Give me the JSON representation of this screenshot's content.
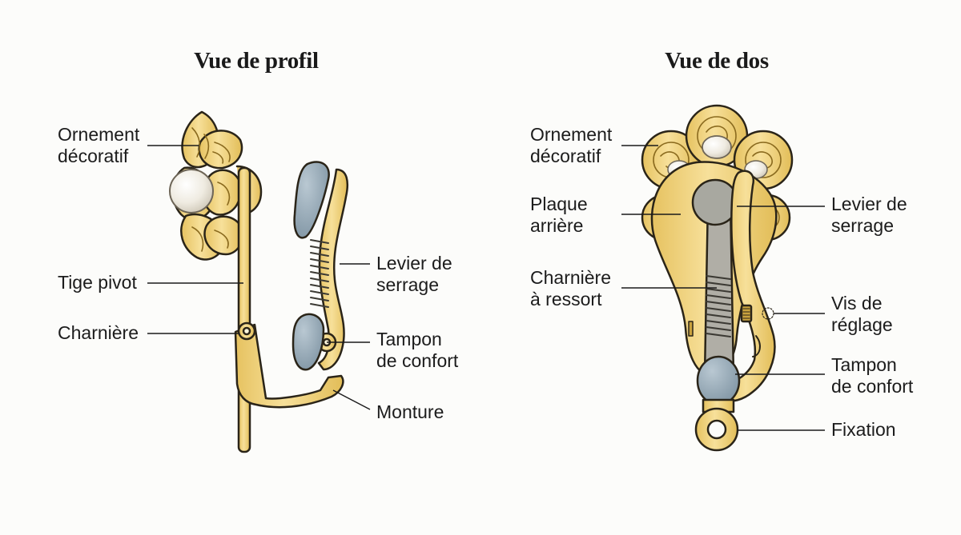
{
  "views": {
    "profile": {
      "title": "Vue de profil",
      "labels": {
        "ornament": [
          "Ornement",
          "décoratif"
        ],
        "pivot_stem": [
          "Tige pivot"
        ],
        "hinge": [
          "Charnière"
        ],
        "clamp_lever": [
          "Levier de",
          "serrage"
        ],
        "comfort_pad": [
          "Tampon",
          "de confort"
        ],
        "frame": [
          "Monture"
        ]
      }
    },
    "back": {
      "title": "Vue de dos",
      "labels": {
        "ornament": [
          "Ornement",
          "décoratif"
        ],
        "back_plate": [
          "Plaque",
          "arrière"
        ],
        "spring_hinge": [
          "Charnière",
          "à ressort"
        ],
        "clamp_lever": [
          "Levier de",
          "serrage"
        ],
        "adjust_screw": [
          "Vis de",
          "réglage"
        ],
        "comfort_pad": [
          "Tampon",
          "de confort"
        ],
        "attachment": [
          "Fixation"
        ]
      }
    }
  },
  "colors": {
    "gold": "#f3d67f",
    "gold_dark": "#c9a23e",
    "outline": "#2a2418",
    "pad": "#93a7b5",
    "steel": "#a9a9a3",
    "pearl": "#f4f1ea",
    "leader": "#1a1a1a"
  }
}
